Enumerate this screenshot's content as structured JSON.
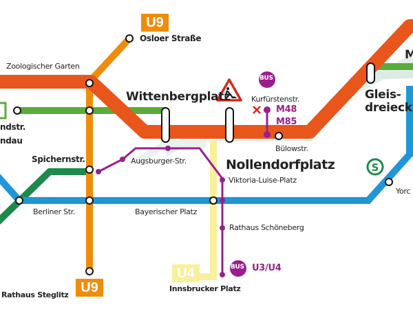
{
  "colors": {
    "u2": "#e8561c",
    "u9": "#f08c0a",
    "u1": "#5aac3a",
    "u7": "#1f96d6",
    "s": "#1c8a4c",
    "bus": "#9b1e8e",
    "u4": "#f8f09a",
    "pale": "#dcebe6"
  },
  "line_badges": {
    "u9_top": "U9",
    "u9_bottom": "U9",
    "u4": "U4"
  },
  "stations": {
    "osloer": "Osloer Straße",
    "zoo": "Zoologischer Garten",
    "wittenberg": "Wittenbergplatz",
    "kurfuersten": "Kurfürstenstr.",
    "gleis1": "Gleis-",
    "gleis2": "dreieck",
    "left1": "ndstr.",
    "left2": "ndau",
    "spichern": "Spichernstr.",
    "augsburger": "Augsburger-Str.",
    "bulow": "Bülowstr.",
    "nollendorf": "Nollendorfplatz",
    "viktoria": "Viktoria-Luise-Platz",
    "berliner": "Berliner Str.",
    "bayerischer": "Bayerischer Platz",
    "rathaus_schoeneberg": "Rathaus Schöneberg",
    "rathaus_steglitz": "Rathaus Steglitz",
    "innsbrucker": "Innsbrucker Platz",
    "yorck": "Yorc",
    "m_partial": "M"
  },
  "bus": {
    "badge": "BUS",
    "m48": "M48",
    "m85": "M85",
    "u3u4": "U3/U4"
  },
  "icons": {
    "construction": "construction-warning-icon",
    "sbahn": "S"
  }
}
